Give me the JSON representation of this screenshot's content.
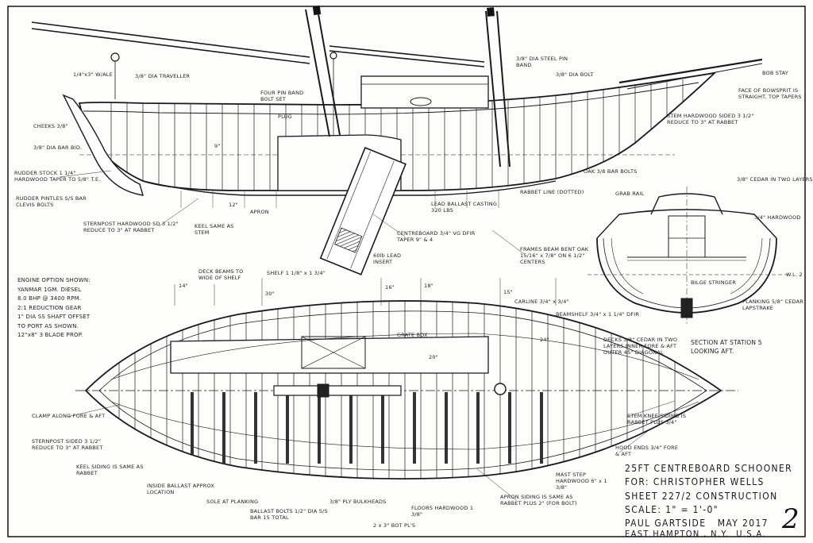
{
  "title_block": {
    "line1": "25FT CENTREBOARD SCHOONER",
    "line2": "FOR: CHRISTOPHER WELLS",
    "line3": "SHEET 227/2 CONSTRUCTION",
    "line4": "SCALE: 1\" = 1'-0\"",
    "line5": "PAUL GARTSIDE   MAY 2017",
    "line6": "EAST HAMPTON , N.Y.  U.S.A.",
    "sheet_number": "2"
  },
  "section_caption": "SECTION AT STATION 5\nLOOKING AFT.",
  "engine_note": "ENGINE OPTION SHOWN:\nYANMAR 1GM. DIESEL\n8.0 BHP @ 3400 RPM.\n2:1 REDUCTION GEAR\n1\" DIA SS SHAFT OFFSET\nTO PORT AS SHOWN.\n12\"x8\" 3 BLADE PROP.",
  "profile_labels": [
    "1/4\"x3\" W/ALE",
    "3/8\" DIA TRAVELLER",
    "CHEEKS 3/8\"",
    "3/8\" DIA BAR BID.",
    "RUDDER STOCK 1 1/4\" HARDWOOD TAPER TO 5/8\" T.E.",
    "RUDDER PINTLES S/S BAR CLEVIS BOLTS",
    "STERNPOST HARDWOOD SD 3 1/2\" REDUCE TO 3\" AT RABBET",
    "KEEL SAME AS STEM",
    "PLUG",
    "FOUR PIN BAND BOLT SET",
    "CENTREBOARD 3/4\" VG DFIR TAPER 9\" & 4",
    "60lb LEAD INSERT",
    "LEAD BALLAST CASTING 320 LBS",
    "APRON",
    "3/8\" DIA STEEL PIN BAND",
    "3/8\" DIA BOLT",
    "STEM HARDWOOD SIDED 3 1/2\" REDUCE TO 3\" AT RABBET",
    "FACE OF BOWSPRIT IS STRAIGHT. TOP TAPERS",
    "BOB STAY",
    "RABBET LINE (DOTTED)",
    "FRAMES BEAM BENT OAK 15/16\" x 7/8\" ON 6 1/2\" CENTERS",
    "OAK 3/8 BAR BOLTS"
  ],
  "plan_labels": [
    "DECK BEAMS TO WIDE OF SHELF",
    "SHELF 1 1/8\" x 1 3/4\"",
    "CARLINE 3/4\" x 3/4\"",
    "GRATE BOX",
    "BEAMSHELF 3/4\" x 1 1/4\" DFIR",
    "DECKS 3/8\" CEDAR IN TWO LAYERS INNER FORE & AFT OUTER 45\" DIAGONAL",
    "CLAMP ALONG FORE & AFT",
    "STERNPOST SIDED 3 1/2\" REDUCE TO 3\" AT RABBET",
    "KEEL SIDING IS SAME AS RABBET",
    "INSIDE BALLAST APPROX LOCATION",
    "SOLE AT PLANKING",
    "BALLAST BOLTS 1/2\" DIA S/S BAR 15 TOTAL",
    "3/8\" PLY BULKHEADS",
    "FLOORS HARDWOOD 1 3/8\"",
    "2 x 3\" BOT PL'S",
    "APRON SIDING IS SAME AS RABBET PLUS 2\" (FOR BOLT)",
    "MAST STEP HARDWOOD 6\" x 1 3/8\"",
    "STEM KNEE SIDING IS RABBET PLUS 3/4\"",
    "HOOD ENDS 3/4\" FORE & AFT"
  ],
  "section_labels": [
    "GRAB RAIL",
    "3/8\" CEDAR IN TWO LAYERS",
    "3/4\" HARDWOOD",
    "PLANKING 5/8\" CEDAR LAPSTRAKE",
    "BILGE STRINGER",
    "W.L. 2"
  ],
  "dims": [
    "14\"",
    "12\"",
    "9\"",
    "30\"",
    "16\"",
    "18\"",
    "15\"",
    "24\"",
    "20\""
  ]
}
